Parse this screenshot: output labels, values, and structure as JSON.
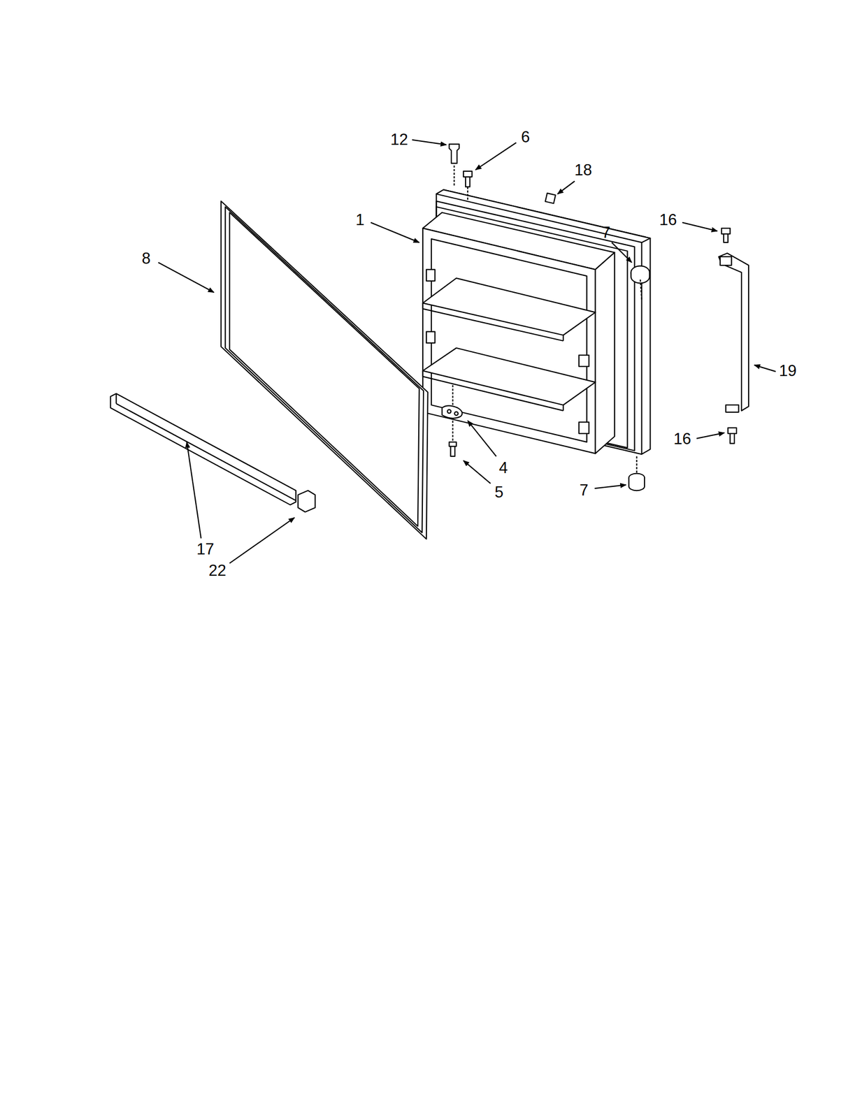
{
  "diagram": {
    "labels": [
      "12",
      "6",
      "18",
      "1",
      "7",
      "16",
      "8",
      "19",
      "4",
      "5",
      "7",
      "16",
      "17",
      "22"
    ]
  }
}
